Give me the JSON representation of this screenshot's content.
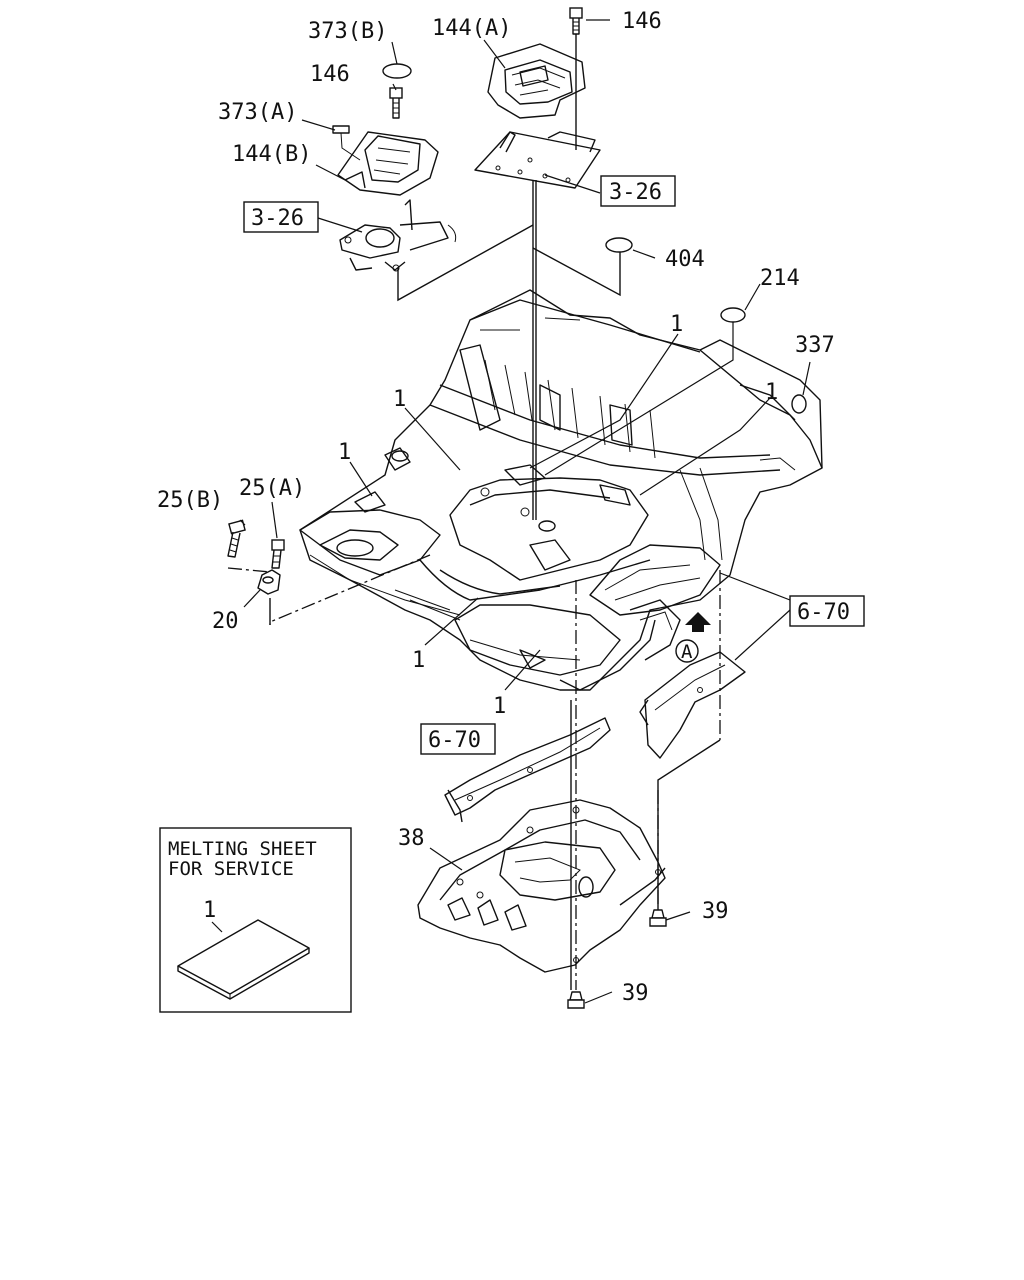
{
  "callouts": {
    "c373b": "373(B)",
    "c146a": "146",
    "c373a": "373(A)",
    "c144b": "144(B)",
    "c144a": "144(A)",
    "c146b": "146",
    "c404": "404",
    "c214": "214",
    "c337": "337",
    "c1a": "1",
    "c1b": "1",
    "c1c": "1",
    "c1d": "1",
    "c1e": "1",
    "c1f": "1",
    "c25b": "25(B)",
    "c25a": "25(A)",
    "c20": "20",
    "c38": "38",
    "c39a": "39",
    "c39b": "39",
    "c1g": "1",
    "circleA": "A"
  },
  "refboxes": {
    "r326a": "3-26",
    "r326b": "3-26",
    "r670a": "6-70",
    "r670b": "6-70"
  },
  "inset": {
    "line1": "MELTING SHEET",
    "line2": "FOR SERVICE"
  }
}
